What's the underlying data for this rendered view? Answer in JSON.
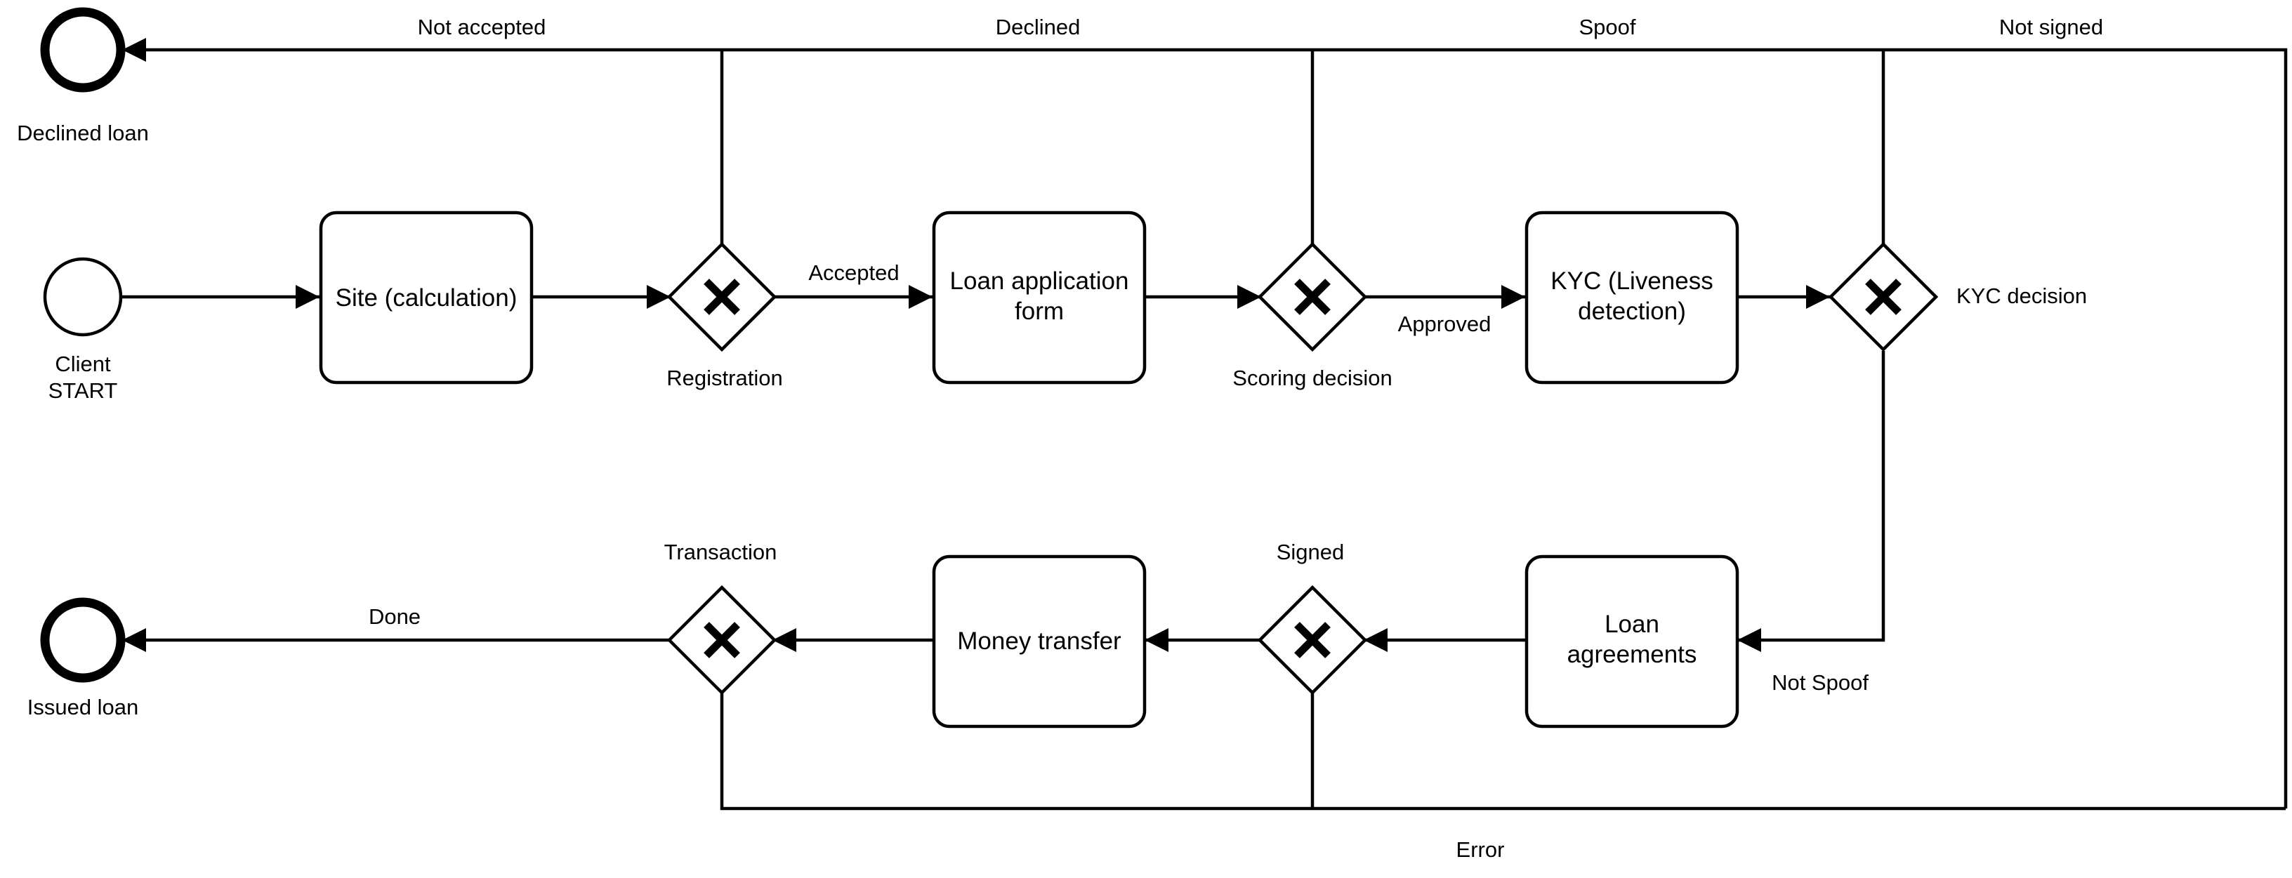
{
  "colors": {
    "stroke": "#000000",
    "background": "#ffffff"
  },
  "events": {
    "start": {
      "label_line1": "Client",
      "label_line2": "START"
    },
    "declined": {
      "label": "Declined loan"
    },
    "issued": {
      "label": "Issued loan"
    }
  },
  "tasks": {
    "site": {
      "line1": "Site (calculation)"
    },
    "loan_form": {
      "line1": "Loan application",
      "line2": "form"
    },
    "kyc": {
      "line1": "KYC (Liveness",
      "line2": "detection)"
    },
    "agreements": {
      "line1": "Loan",
      "line2": "agreements"
    },
    "money_transfer": {
      "line1": "Money transfer"
    }
  },
  "gateways": {
    "registration": {
      "label": "Registration",
      "symbol": "X"
    },
    "scoring": {
      "label": "Scoring decision",
      "symbol": "X"
    },
    "kyc_decision": {
      "label": "KYC decision",
      "symbol": "X"
    },
    "signed": {
      "label": "Signed",
      "symbol": "X"
    },
    "transaction": {
      "label": "Transaction",
      "symbol": "X"
    }
  },
  "flows": {
    "accepted": "Accepted",
    "approved": "Approved",
    "not_spoof": "Not Spoof",
    "done": "Done",
    "not_accepted": "Not accepted",
    "declined": "Declined",
    "spoof": "Spoof",
    "not_signed": "Not signed",
    "error": "Error"
  }
}
